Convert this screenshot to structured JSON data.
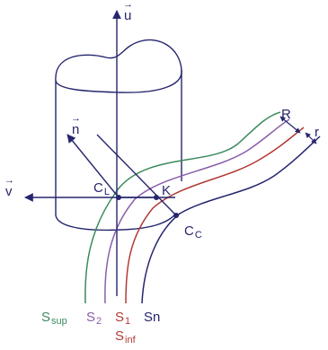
{
  "vectors": {
    "u": "u",
    "n": "n",
    "v": "v"
  },
  "points": {
    "cl": {
      "main": "C",
      "sub": "L"
    },
    "k": "K",
    "cc": {
      "main": "C",
      "sub": "C"
    }
  },
  "dimensions": {
    "R": "R",
    "r": "r"
  },
  "curves": [
    {
      "id": "s_sup",
      "main": "S",
      "sub": "sup",
      "color": "#3a8a5e"
    },
    {
      "id": "s_2",
      "main": "S",
      "sub": "2",
      "color": "#8a5fa8"
    },
    {
      "id": "s_1",
      "main": "S",
      "sub": "1",
      "color": "#b23a34"
    },
    {
      "id": "s_n",
      "main": "Sn",
      "sub": "",
      "color": "#25256e"
    }
  ],
  "s_inf": {
    "main": "S",
    "sub": "inf",
    "color": "#b23a34"
  },
  "colors": {
    "line": "#25256e",
    "green": "#3a8a5e",
    "purple": "#8a5fa8",
    "red": "#b23a34"
  }
}
